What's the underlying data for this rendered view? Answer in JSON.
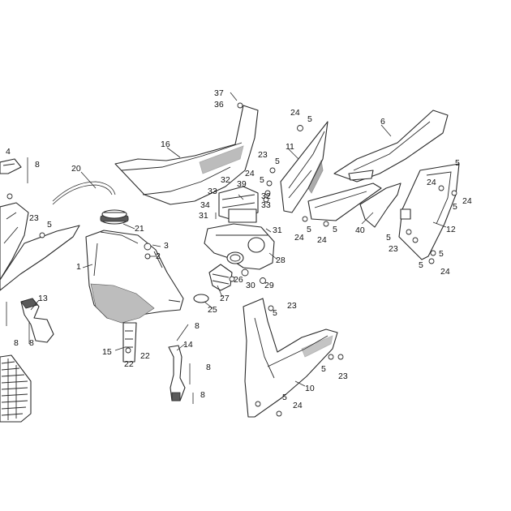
{
  "callouts": [
    {
      "id": "c37",
      "text": "37"
    },
    {
      "id": "c36",
      "text": "36"
    },
    {
      "id": "c16",
      "text": "16"
    },
    {
      "id": "c24a",
      "text": "24"
    },
    {
      "id": "c5a",
      "text": "5"
    },
    {
      "id": "c6",
      "text": "6"
    },
    {
      "id": "c4",
      "text": "4"
    },
    {
      "id": "c8a",
      "text": "8"
    },
    {
      "id": "c20",
      "text": "20"
    },
    {
      "id": "c11",
      "text": "11"
    },
    {
      "id": "c23a",
      "text": "23"
    },
    {
      "id": "c5b",
      "text": "5"
    },
    {
      "id": "c24b",
      "text": "24"
    },
    {
      "id": "c5c",
      "text": "5"
    },
    {
      "id": "c32a",
      "text": "32"
    },
    {
      "id": "c39",
      "text": "39"
    },
    {
      "id": "c33a",
      "text": "33"
    },
    {
      "id": "c32b",
      "text": "32"
    },
    {
      "id": "c33b",
      "text": "33"
    },
    {
      "id": "c34",
      "text": "34"
    },
    {
      "id": "c31a",
      "text": "31"
    },
    {
      "id": "c31b",
      "text": "31"
    },
    {
      "id": "c23b",
      "text": "23"
    },
    {
      "id": "c5d",
      "text": "5"
    },
    {
      "id": "c21",
      "text": "21"
    },
    {
      "id": "c3",
      "text": "3"
    },
    {
      "id": "c2",
      "text": "2"
    },
    {
      "id": "c1",
      "text": "1"
    },
    {
      "id": "c28",
      "text": "28"
    },
    {
      "id": "c26",
      "text": "26"
    },
    {
      "id": "c30",
      "text": "30"
    },
    {
      "id": "c29",
      "text": "29"
    },
    {
      "id": "c27",
      "text": "27"
    },
    {
      "id": "c25",
      "text": "25"
    },
    {
      "id": "c24c",
      "text": "24"
    },
    {
      "id": "c5e",
      "text": "5"
    },
    {
      "id": "c24d",
      "text": "24"
    },
    {
      "id": "c5f",
      "text": "5"
    },
    {
      "id": "c5g",
      "text": "5"
    },
    {
      "id": "c40",
      "text": "40"
    },
    {
      "id": "c24e",
      "text": "24"
    },
    {
      "id": "c5h",
      "text": "5"
    },
    {
      "id": "c24f",
      "text": "24"
    },
    {
      "id": "c12",
      "text": "12"
    },
    {
      "id": "c5i",
      "text": "5"
    },
    {
      "id": "c5j",
      "text": "5"
    },
    {
      "id": "c23c",
      "text": "23"
    },
    {
      "id": "c5k",
      "text": "5"
    },
    {
      "id": "c24g",
      "text": "24"
    },
    {
      "id": "c13",
      "text": "13"
    },
    {
      "id": "c8b",
      "text": "8"
    },
    {
      "id": "c8c",
      "text": "8"
    },
    {
      "id": "c15",
      "text": "15"
    },
    {
      "id": "c22a",
      "text": "22"
    },
    {
      "id": "c22b",
      "text": "22"
    },
    {
      "id": "c14",
      "text": "14"
    },
    {
      "id": "c8d",
      "text": "8"
    },
    {
      "id": "c8e",
      "text": "8"
    },
    {
      "id": "c8f",
      "text": "8"
    },
    {
      "id": "c5l",
      "text": "5"
    },
    {
      "id": "c23d",
      "text": "23"
    },
    {
      "id": "c10",
      "text": "10"
    },
    {
      "id": "c5m",
      "text": "5"
    },
    {
      "id": "c23e",
      "text": "23"
    },
    {
      "id": "c5n",
      "text": "5"
    },
    {
      "id": "c24h",
      "text": "24"
    }
  ]
}
